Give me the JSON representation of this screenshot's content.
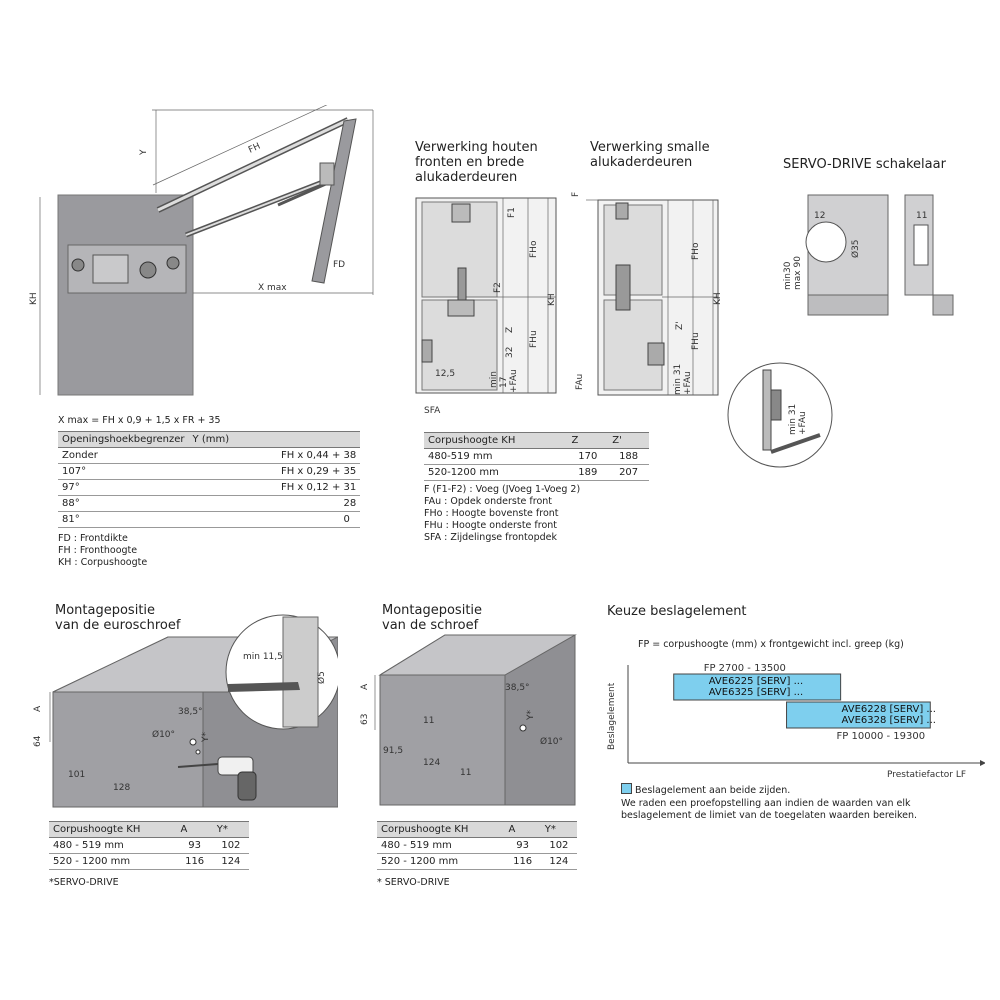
{
  "overview": {
    "labels": {
      "y": "Y",
      "fh": "FH",
      "kh": "KH",
      "fd": "FD",
      "xmax": "X max"
    },
    "formula": "X max = FH x 0,9 + 1,5 x FR + 35",
    "table": {
      "headers": [
        "Openingshoekbegrenzer",
        "Y (mm)"
      ],
      "rows": [
        [
          "Zonder",
          "FH x 0,44 + 38"
        ],
        [
          "107°",
          "FH x 0,29 + 35"
        ],
        [
          "97°",
          "FH x 0,12 + 31"
        ],
        [
          "88°",
          "28"
        ],
        [
          "81°",
          "0"
        ]
      ]
    },
    "legend": [
      "FD : Frontdikte",
      "FH : Fronthoogte",
      "KH : Corpushoogte"
    ]
  },
  "wood_fronts": {
    "title": [
      "Verwerking houten",
      "fronten en brede",
      "alukaderdeuren"
    ],
    "labels": {
      "f1": "F1",
      "fho": "FHo",
      "f2": "F2",
      "kh": "KH",
      "z": "Z",
      "d32": "32",
      "d12": "12,5",
      "fhu": "FHu",
      "min17": "min",
      "v17": "17",
      "fau": "+FAu",
      "sfa": "SFA"
    }
  },
  "alu_fronts": {
    "title": [
      "Verwerking smalle",
      "alukaderdeuren"
    ],
    "labels": {
      "f": "F",
      "fho": "FHo",
      "kh": "KH",
      "z": "Z'",
      "fhu": "FHu",
      "min31": "min 31",
      "fau": "+FAu",
      "fau_left": "FAu"
    }
  },
  "servo": {
    "title": "SERVO-DRIVE schakelaar",
    "labels": {
      "d12": "12",
      "d35": "Ø35",
      "min30": "min30",
      "max90": "max 90",
      "d11": "11"
    },
    "detail_labels": {
      "min31": "min 31",
      "fau": "+FAu"
    }
  },
  "corpus_table": {
    "headers": [
      "Corpushoogte KH",
      "Z",
      "Z'"
    ],
    "rows": [
      [
        "480-519 mm",
        "170",
        "188"
      ],
      [
        "520-1200 mm",
        "189",
        "207"
      ]
    ],
    "legend": [
      "F (F1-F2) : Voeg (JVoeg 1-Voeg 2)",
      "FAu : Opdek onderste front",
      "FHo : Hoogte bovenste front",
      "FHu : Hoogte onderste front",
      "SFA : Zijdelingse frontopdek"
    ]
  },
  "euro_screw": {
    "title": [
      "Montagepositie",
      "van de euroschroef"
    ],
    "labels": {
      "min115": "min 11,5",
      "d5": "Ø5",
      "a": "A",
      "d64": "64",
      "ang": "38,5°",
      "d10": "Ø10°",
      "y": "Y*",
      "d101": "101",
      "d128": "128"
    },
    "table": {
      "headers": [
        "Corpushoogte KH",
        "A",
        "Y*"
      ],
      "rows": [
        [
          "480 - 519 mm",
          "93",
          "102"
        ],
        [
          "520 - 1200 mm",
          "116",
          "124"
        ]
      ]
    },
    "note": "*SERVO-DRIVE"
  },
  "screw": {
    "title": [
      "Montagepositie",
      "van de schroef"
    ],
    "labels": {
      "a": "A",
      "d63": "63",
      "ang": "38,5°",
      "d11": "11",
      "y": "Y*",
      "d915": "91,5",
      "d124": "124",
      "d11b": "11",
      "d10": "Ø10°"
    },
    "table": {
      "headers": [
        "Corpushoogte KH",
        "A",
        "Y*"
      ],
      "rows": [
        [
          "480 - 519 mm",
          "93",
          "102"
        ],
        [
          "520 - 1200 mm",
          "116",
          "124"
        ]
      ]
    },
    "note": "* SERVO-DRIVE"
  },
  "selection": {
    "title": "Keuze beslagelement",
    "formula": "FP = corpushoogte (mm) x frontgewicht incl. greep (kg)",
    "ylabel": "Beslagelement",
    "xlabel": "Prestatiefactor LF",
    "legend": "Beslagelement aan beide zijden.",
    "note": [
      "We raden een proefopstelling aan indien de waarden van elk",
      "beslagelement de limiet van de toegelaten waarden bereiken."
    ],
    "colors": {
      "bar": "#7ecfee"
    }
  },
  "chart_data": {
    "type": "bar",
    "categories": [
      "AVE6225 [SERV] ...\nAVE6325 [SERV] ...",
      "AVE6228 [SERV] ...\nAVE6328 [SERV] ..."
    ],
    "series": [
      {
        "values": [
          [
            2700,
            13500
          ],
          [
            10000,
            19300
          ]
        ]
      }
    ],
    "range_labels": [
      "FP 2700 - 13500",
      "FP 10000 - 19300"
    ],
    "bar_labels": [
      [
        "AVE6225 [SERV] ...",
        "AVE6325 [SERV] ..."
      ],
      [
        "AVE6228 [SERV] ...",
        "AVE6328 [SERV] ..."
      ]
    ],
    "xlabel": "Prestatiefactor LF",
    "ylabel": "Beslagelement",
    "grid": false
  }
}
